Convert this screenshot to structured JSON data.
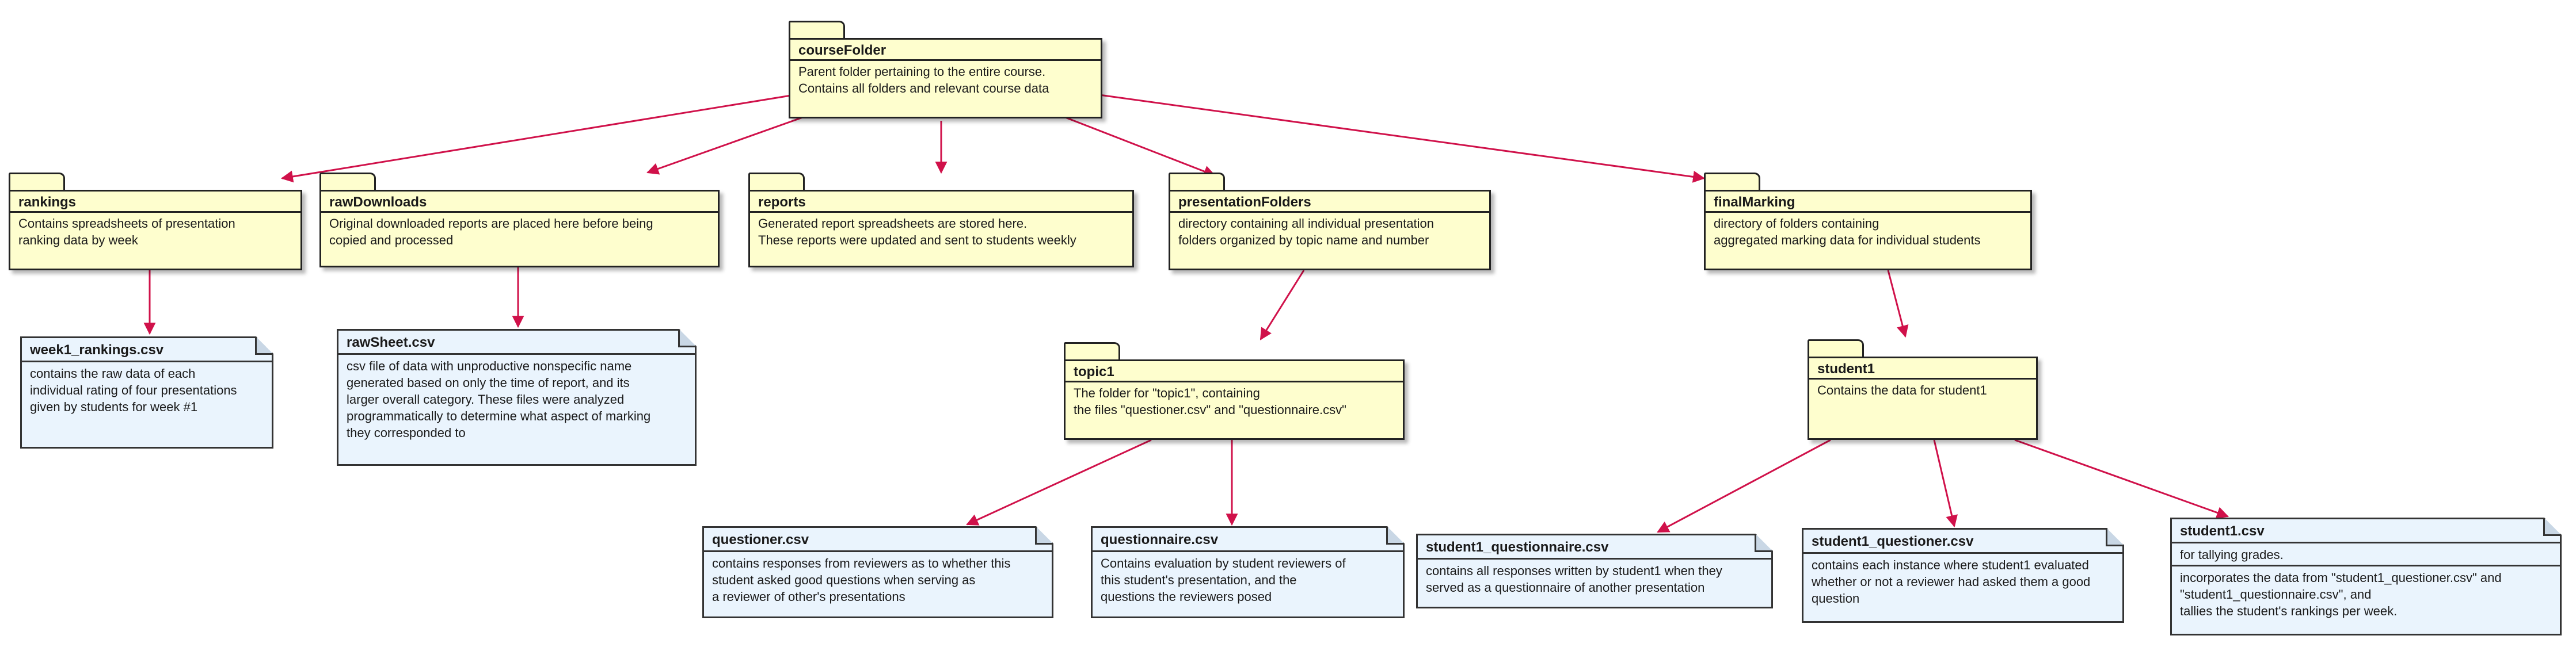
{
  "packages": {
    "courseFolder": {
      "title": "courseFolder",
      "desc": "Parent folder pertaining to the entire course.\nContains all folders and relevant course data"
    },
    "rankings": {
      "title": "rankings",
      "desc": "Contains spreadsheets of presentation\nranking data by week"
    },
    "rawDownloads": {
      "title": "rawDownloads",
      "desc": "Original downloaded reports are placed here before being\ncopied and processed"
    },
    "reports": {
      "title": "reports",
      "desc": "Generated report spreadsheets are stored here.\nThese reports were updated and sent to students weekly"
    },
    "presentationFolders": {
      "title": "presentationFolders",
      "desc": "directory containing all individual presentation\nfolders organized by topic name and number"
    },
    "finalMarking": {
      "title": "finalMarking",
      "desc": "directory of folders containing\naggregated marking data for individual students"
    },
    "topic1": {
      "title": "topic1",
      "desc": "The folder for \"topic1\", containing\nthe files \"questioner.csv\" and \"questionnaire.csv\""
    },
    "student1": {
      "title": "student1",
      "desc": "Contains the data for student1"
    }
  },
  "notes": {
    "week1_rankings": {
      "title": "week1_rankings.csv",
      "desc": "contains the raw data of each\nindividual rating of four presentations\ngiven by students for week #1"
    },
    "rawSheet": {
      "title": "rawSheet.csv",
      "desc": "csv file of data with unproductive nonspecific name\ngenerated based on only the time of report, and its\nlarger overall category. These files were analyzed\nprogrammatically to determine what aspect of marking\nthey corresponded to"
    },
    "questioner": {
      "title": "questioner.csv",
      "desc": "contains responses from reviewers as to whether this\nstudent asked good questions when serving as\na reviewer of other's presentations"
    },
    "questionnaire": {
      "title": "questionnaire.csv",
      "desc": "Contains evaluation by student reviewers of\nthis student's presentation, and the\nquestions the reviewers posed"
    },
    "student1_questionnaire": {
      "title": "student1_questionnaire.csv",
      "desc": "contains all responses written by student1 when they\nserved as a questionnaire of another presentation"
    },
    "student1_questioner": {
      "title": "student1_questioner.csv",
      "desc": "contains each instance where student1 evaluated\nwhether or not a reviewer had asked them a good\nquestion"
    },
    "student1_csv": {
      "title": "student1.csv",
      "desc1": "for tallying grades.",
      "desc2": "incorporates the data from \"student1_questioner.csv\" and\n\"student1_questionnaire.csv\", and\ntallies the student's rankings per week."
    }
  },
  "colors": {
    "package_fill": "#fefece",
    "note_fill": "#eaf4fd",
    "arrow": "#d0114a",
    "border": "#222222"
  }
}
